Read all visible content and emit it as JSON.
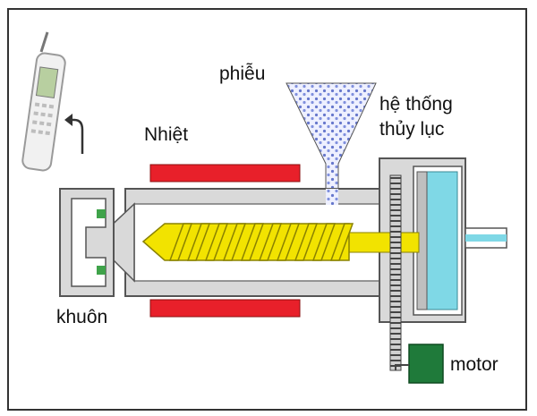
{
  "labels": {
    "funnel": "phiễu",
    "heat": "Nhiệt",
    "hydraulic_line1": "hệ thống",
    "hydraulic_line2": "thủy lục",
    "mold": "khuôn",
    "motor": "motor"
  },
  "colors": {
    "heater": "#e8202a",
    "screw": "#f2e300",
    "screw_outline": "#8a8200",
    "hydraulic": "#7fd8e6",
    "motor": "#1f7a3a",
    "body": "#d9d9d9",
    "outline": "#555555",
    "pellets": "#6677cc",
    "mold_insert": "#3fa34a"
  },
  "icons": {
    "phone": "mobile-phone-icon",
    "arrow": "curved-arrow-icon"
  }
}
